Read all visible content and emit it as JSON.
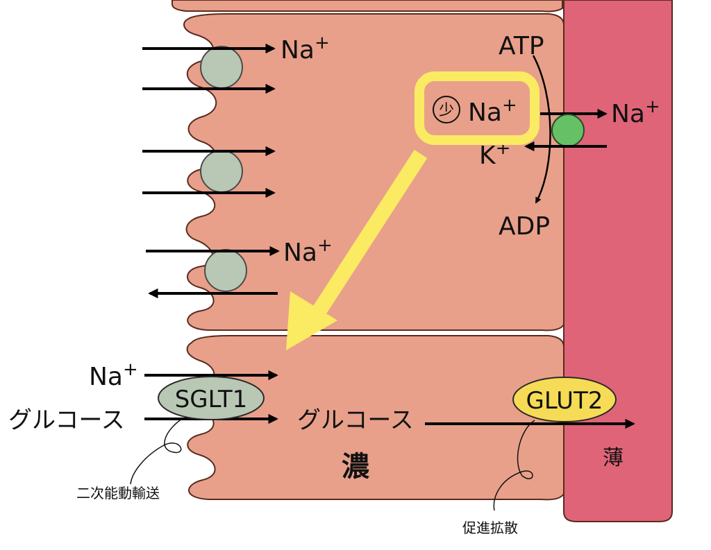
{
  "colors": {
    "cell_fill": "#E8A08A",
    "cell_stroke": "#5a2a1e",
    "vessel": "#E06478",
    "transporter_gray": "#B9C7B5",
    "pump_green": "#66C166",
    "highlight_yellow": "#FBEB63",
    "glut2_yellow": "#F6DB56",
    "arrow": "#000000"
  },
  "icons": {
    "low_marker": "circled-character-icon"
  },
  "labels": {
    "na_base": "Na",
    "plus": "+",
    "k_base": "K",
    "atp": "ATP",
    "adp": "ADP",
    "sglt1": "SGLT1",
    "glut2": "GLUT2",
    "glucose": "グルコース",
    "conc_high": "濃",
    "conc_low": "薄",
    "secondary_active_transport": "二次能動輸送",
    "facilitated_diffusion": "促進拡散",
    "low_marker_char": "少"
  }
}
